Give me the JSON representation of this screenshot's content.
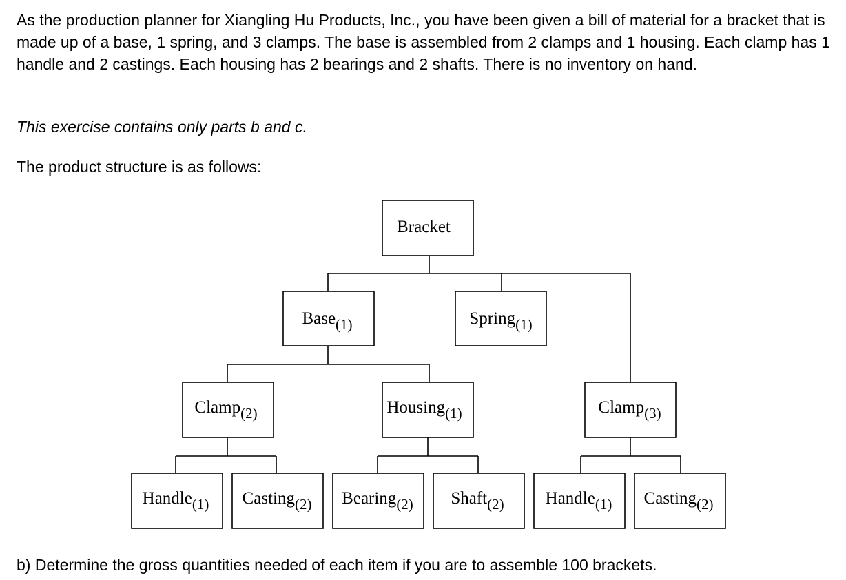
{
  "intro": "As the production planner for Xiangling Hu Products, Inc., you have been given a bill of material for a bracket that is made up of a base, 1 spring, and 3 clamps. The base is assembled from 2 clamps and 1 housing. Each clamp has 1 handle and 2 castings. Each housing has 2 bearings and 2 shafts. There is no inventory on hand.",
  "note": "This exercise contains only parts b and c.",
  "structure_label": "The product structure is as follows:",
  "question_b": "b) Determine the gross quantities needed of each item if you are to assemble 100 brackets.",
  "tree": {
    "nodes": [
      {
        "id": "bracket",
        "name": "Bracket",
        "qty": ""
      },
      {
        "id": "base",
        "name": "Base",
        "qty": "(1)"
      },
      {
        "id": "spring",
        "name": "Spring",
        "qty": "(1)"
      },
      {
        "id": "clamp-base",
        "name": "Clamp",
        "qty": "(2)"
      },
      {
        "id": "housing",
        "name": "Housing",
        "qty": "(1)"
      },
      {
        "id": "clamp-bracket",
        "name": "Clamp",
        "qty": "(3)"
      },
      {
        "id": "handle-1",
        "name": "Handle",
        "qty": "(1)"
      },
      {
        "id": "casting-1",
        "name": "Casting",
        "qty": "(2)"
      },
      {
        "id": "bearing",
        "name": "Bearing",
        "qty": "(2)"
      },
      {
        "id": "shaft",
        "name": "Shaft",
        "qty": "(2)"
      },
      {
        "id": "handle-2",
        "name": "Handle",
        "qty": "(1)"
      },
      {
        "id": "casting-2",
        "name": "Casting",
        "qty": "(2)"
      }
    ]
  }
}
